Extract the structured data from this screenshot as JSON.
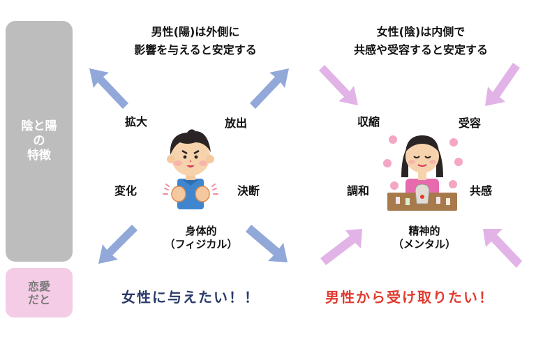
{
  "sidebar": {
    "main_label": "陰と陽\nの\n特徴",
    "romance_label": "恋愛\nだと"
  },
  "male": {
    "heading": "男性(陽)は外側に\n影響を与えると安定する",
    "traits": [
      "拡大",
      "放出",
      "変化",
      "決断"
    ],
    "nature": "身体的\n（フィジカル）",
    "romance": "女性に与えたい！！",
    "arrow_color": "#91a8d8",
    "romance_color": "#2a3a6a"
  },
  "female": {
    "heading": "女性(陰)は内側で\n共感や受容すると安定する",
    "traits": [
      "収縮",
      "受容",
      "調和",
      "共感"
    ],
    "nature": "精神的\n（メンタル）",
    "romance": "男性から受け取りたい！",
    "arrow_color": "#e2b3e6",
    "romance_color": "#e03a2e"
  },
  "colors": {
    "sidebar_gray": "#bdbdbd",
    "sidebar_pink": "#f5cce6"
  }
}
